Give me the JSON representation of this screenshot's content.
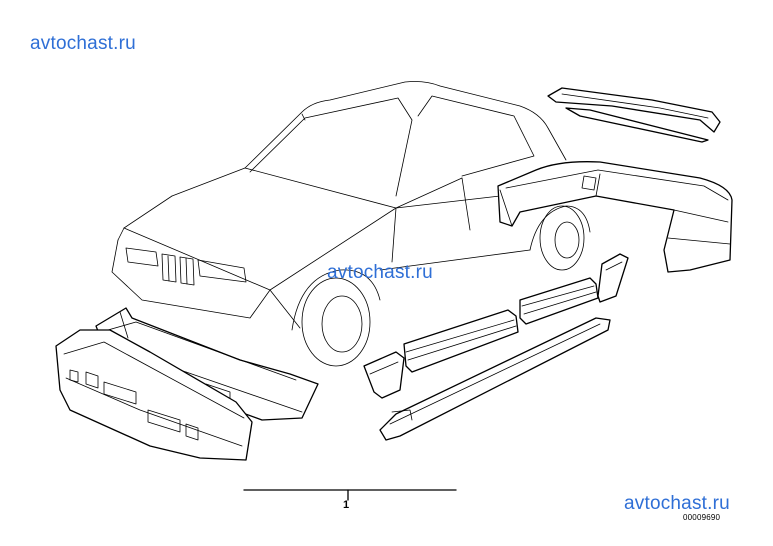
{
  "watermarks": {
    "top_left": "avtochast.ru",
    "center": "avtochast.ru",
    "bottom_right": "avtochast.ru"
  },
  "callout": {
    "number": "1"
  },
  "diagram_id": "00009690",
  "colors": {
    "watermark": "#2f6fd6",
    "line": "#000000",
    "background": "#ffffff"
  }
}
